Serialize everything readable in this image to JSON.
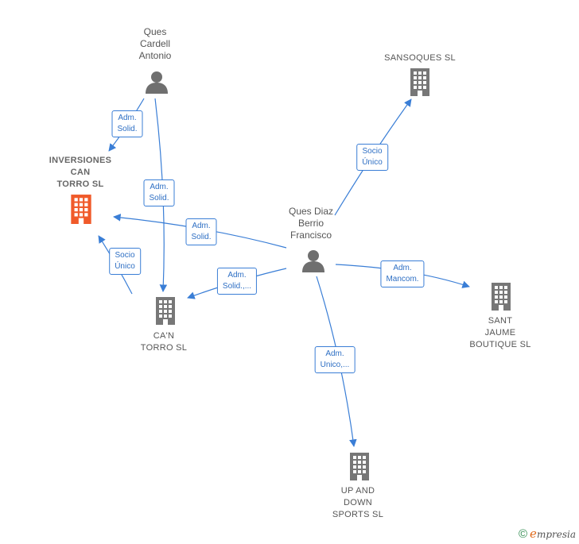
{
  "colors": {
    "edge": "#3a7ed6",
    "building": "#777777",
    "building_highlight": "#f05a2a",
    "person": "#6f6f6f"
  },
  "nodes": [
    {
      "id": "ques-cardell",
      "type": "person",
      "label": "Ques\nCardell\nAntonio",
      "icon": "person-icon"
    },
    {
      "id": "sansoques",
      "type": "company",
      "label": "SANSOQUES SL",
      "icon": "building-icon"
    },
    {
      "id": "inversiones",
      "type": "company",
      "highlight": true,
      "label": "INVERSIONES\nCAN\nTORRO  SL",
      "icon": "building-icon"
    },
    {
      "id": "ques-diaz",
      "type": "person",
      "label": "Ques Diaz\nBerrio\nFrancisco",
      "icon": "person-icon"
    },
    {
      "id": "can-torro",
      "type": "company",
      "label": "CA'N\nTORRO  SL",
      "icon": "building-icon"
    },
    {
      "id": "sant-jaume",
      "type": "company",
      "label": "SANT\nJAUME\nBOUTIQUE  SL",
      "icon": "building-icon"
    },
    {
      "id": "up-and-down",
      "type": "company",
      "label": "UP AND\nDOWN\nSPORTS SL",
      "icon": "building-icon"
    }
  ],
  "edges": [
    {
      "id": "e1",
      "from": "ques-cardell",
      "to": "inversiones",
      "label": "Adm.\nSolid."
    },
    {
      "id": "e2",
      "from": "ques-cardell",
      "to": "can-torro",
      "label": "Adm.\nSolid."
    },
    {
      "id": "e3",
      "from": "ques-diaz",
      "to": "sansoques",
      "label": "Socio\nÚnico"
    },
    {
      "id": "e4",
      "from": "ques-diaz",
      "to": "inversiones",
      "label": "Adm.\nSolid."
    },
    {
      "id": "e5",
      "from": "can-torro",
      "to": "inversiones",
      "label": "Socio\nÚnico"
    },
    {
      "id": "e6",
      "from": "ques-diaz",
      "to": "can-torro",
      "label": "Adm.\nSolid.,..."
    },
    {
      "id": "e7",
      "from": "ques-diaz",
      "to": "sant-jaume",
      "label": "Adm.\nMancom."
    },
    {
      "id": "e8",
      "from": "ques-diaz",
      "to": "up-and-down",
      "label": "Adm.\nUnico,..."
    }
  ],
  "footer": {
    "copyright": "©",
    "brand_initial": "e",
    "brand_rest": "mpresia"
  }
}
